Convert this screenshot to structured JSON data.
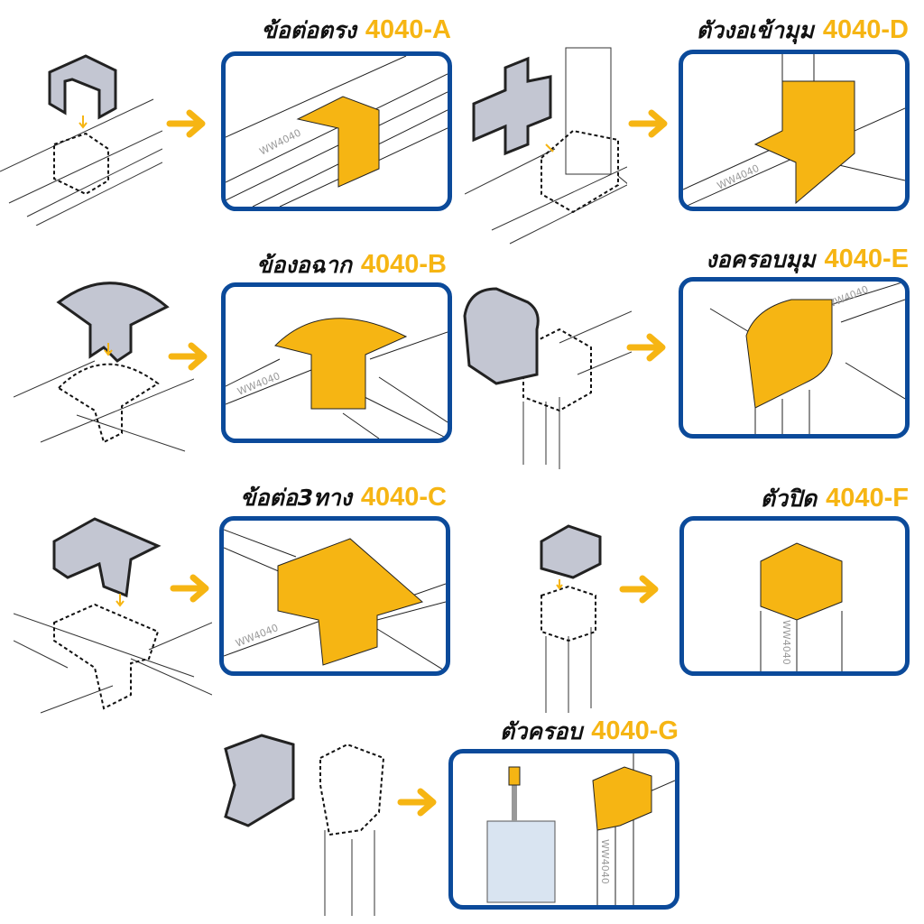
{
  "colors": {
    "accent": "#F6B513",
    "frame": "#0B4A9A",
    "part_gray": "#C3C6D2"
  },
  "duct_label": "WW4040",
  "items": [
    {
      "name_th": "ข้อต่อตรง",
      "code": "4040-A"
    },
    {
      "name_th": "ตัวงอเข้ามุม",
      "code": "4040-D"
    },
    {
      "name_th": "ข้องอฉาก",
      "code": "4040-B"
    },
    {
      "name_th": "งอครอบมุม",
      "code": "4040-E"
    },
    {
      "name_th": "ข้อต่อ3ทาง",
      "code": "4040-C"
    },
    {
      "name_th": "ตัวปิด",
      "code": "4040-F"
    },
    {
      "name_th": "ตัวครอบ",
      "code": "4040-G"
    }
  ]
}
